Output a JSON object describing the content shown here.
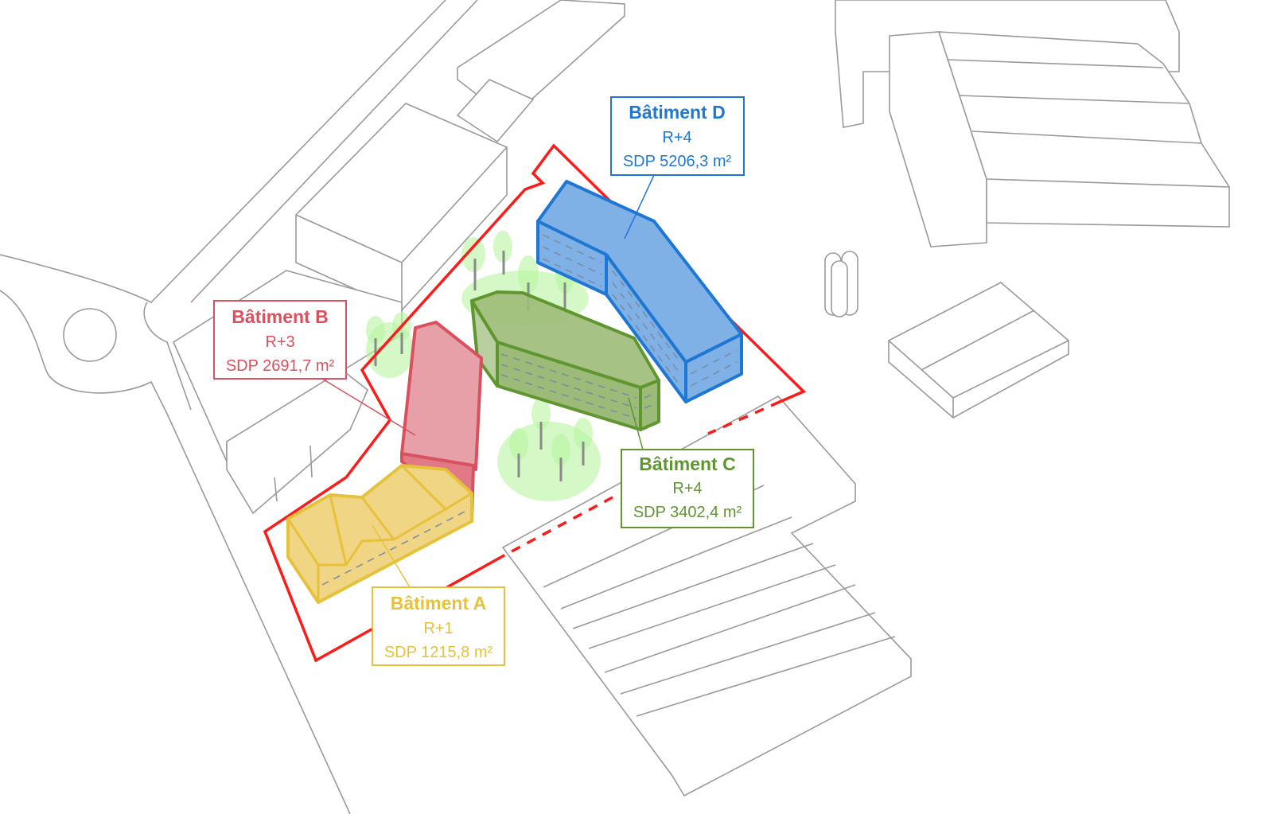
{
  "colors": {
    "boundary": "#ff1a1a",
    "batiment_a": "#e6c23a",
    "batiment_b": "#d9505e",
    "batiment_c": "#5f9630",
    "batiment_d": "#1f77d4",
    "context": "#9a9a9a",
    "trees": "#b8f5a0"
  },
  "buildings": [
    {
      "id": "a",
      "title": "Bâtiment A",
      "levels": "R+1",
      "area": "SDP 1215,8 m²"
    },
    {
      "id": "b",
      "title": "Bâtiment B",
      "levels": "R+3",
      "area": "SDP 2691,7 m²"
    },
    {
      "id": "c",
      "title": "Bâtiment C",
      "levels": "R+4",
      "area": "SDP 3402,4 m²"
    },
    {
      "id": "d",
      "title": "Bâtiment D",
      "levels": "R+4",
      "area": "SDP 5206,3 m²"
    }
  ]
}
